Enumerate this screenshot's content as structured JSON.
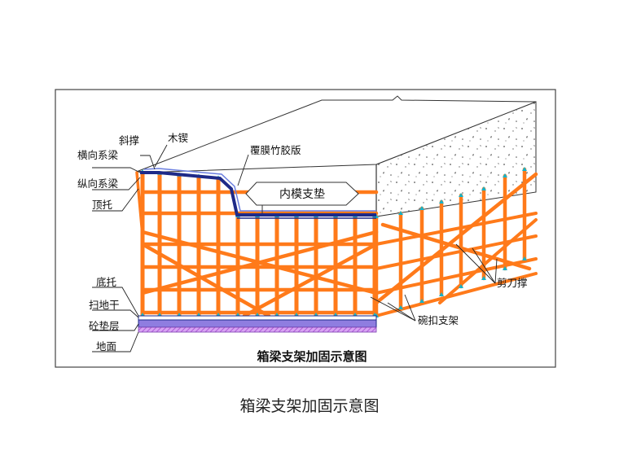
{
  "diagram": {
    "title_in_figure": "箱梁支架加固示意图",
    "labels": {
      "xiecheng": "斜撑",
      "mutuo": "木锲",
      "hengxiang": "横向系梁",
      "zongxiang": "纵向系梁",
      "dingtuo": "顶托",
      "fumo": "覆膜竹胶版",
      "neimo": "内模支垫",
      "ditao": "底托",
      "saodigan": "扫地干",
      "shuandian": "砼垫层",
      "dimian": "地面",
      "jiandaocheng": "剪刀撑",
      "wankou": "碗扣支架"
    },
    "colors": {
      "scaffold": "#ff7a1a",
      "joint": "#16b3c9",
      "formwork": "#1e2a88",
      "cushion": "#cf8ff0",
      "outline": "#333333"
    }
  },
  "caption": "箱梁支架加固示意图"
}
